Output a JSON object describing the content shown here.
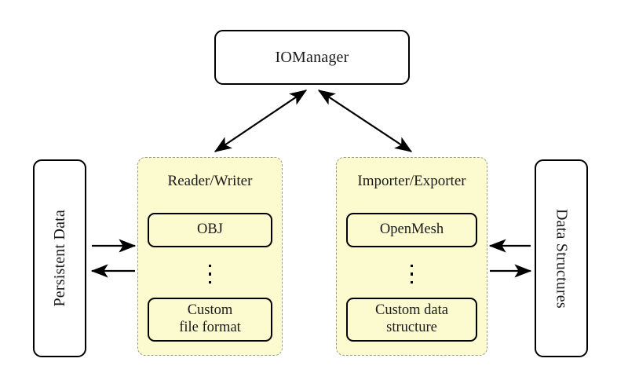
{
  "diagram": {
    "title_node": {
      "label": "IOManager"
    },
    "left_store": {
      "label": "Persistent Data"
    },
    "right_store": {
      "label": "Data Structures"
    },
    "panels": [
      {
        "title": "Reader/Writer",
        "items": [
          {
            "label": "OBJ"
          },
          {
            "label": "Custom\nfile format"
          }
        ],
        "ellipsis": "vertical-dots"
      },
      {
        "title": "Importer/Exporter",
        "items": [
          {
            "label": "OpenMesh"
          },
          {
            "label": "Custom data\nstructure"
          }
        ],
        "ellipsis": "vertical-dots"
      }
    ],
    "connections": [
      {
        "name": "iomanager-to-reader-writer",
        "style": "double-headed-diagonal"
      },
      {
        "name": "iomanager-to-importer-exporter",
        "style": "double-headed-diagonal"
      },
      {
        "name": "persistent-data-to-reader-writer",
        "style": "single-arrow-right"
      },
      {
        "name": "reader-writer-to-persistent-data",
        "style": "single-arrow-left"
      },
      {
        "name": "data-structures-to-importer-exporter",
        "style": "single-arrow-left"
      },
      {
        "name": "importer-exporter-to-data-structures",
        "style": "single-arrow-right"
      }
    ],
    "colors": {
      "panel_fill": "#fcfbd0",
      "panel_border": "#9c9c93",
      "node_stroke": "#000000",
      "background": "#ffffff"
    }
  }
}
